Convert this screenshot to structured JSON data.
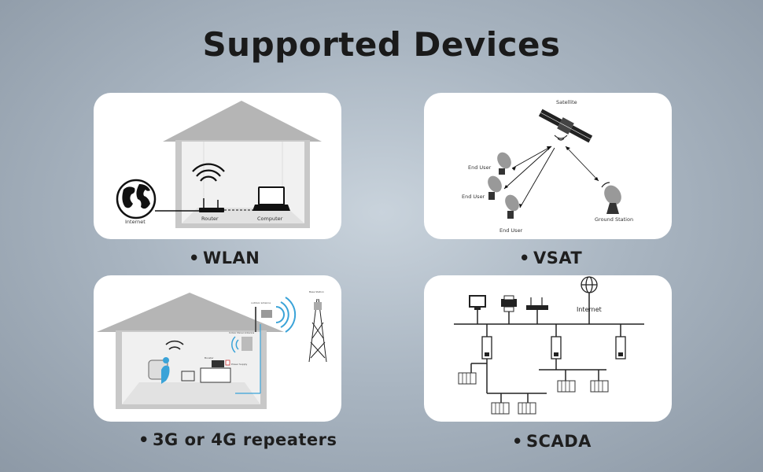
{
  "title": "Supported Devices",
  "cards": {
    "wlan": {
      "caption": "WLAN",
      "labels": {
        "internet": "Internet",
        "router": "Router",
        "computer": "Computer"
      }
    },
    "vsat": {
      "caption": "VSAT",
      "labels": {
        "satellite": "Satellite",
        "end_user_1": "End User",
        "end_user_2": "End User",
        "end_user_3": "End User",
        "ground_station": "Ground Station"
      }
    },
    "repeaters": {
      "caption": "3G or 4G repeaters",
      "labels": {
        "outdoor_antenna": "outdoor antenna",
        "base_station": "Base Station",
        "indoor_panel_antenna": "Indoor Panel Antenna",
        "booster": "Booster",
        "power_supply": "Power Supply"
      }
    },
    "scada": {
      "caption": "SCADA",
      "labels": {
        "internet": "Internet"
      }
    }
  },
  "bullet": "•",
  "icons": [
    "globe-icon",
    "wifi-icon",
    "router-icon",
    "laptop-icon",
    "satellite-icon",
    "dish-icon",
    "tower-icon",
    "monitor-icon",
    "printer-icon",
    "server-icon"
  ]
}
